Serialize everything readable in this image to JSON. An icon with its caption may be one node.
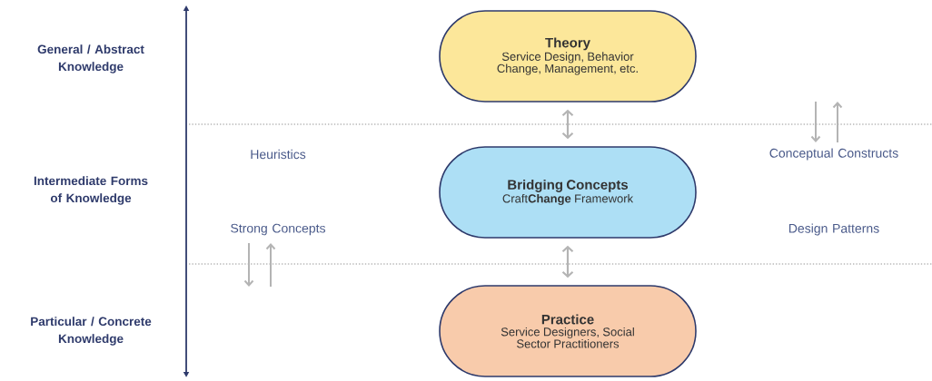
{
  "diagram": {
    "nodes": [
      {
        "text": [
          "Theory",
          "Service Design, Behavior Change, Management, etc."
        ]
      },
      {
        "text": [
          "Bridging Concepts",
          "Craft**Change** Framework"
        ]
      },
      {
        "text": [
          "Practice",
          "Service Designers, Social Sector Practitioners"
        ]
      }
    ],
    "edges": [
      {
        "from": 0,
        "to": 1,
        "arrow": "both"
      },
      {
        "from": 1,
        "to": 2,
        "arrow": "both"
      }
    ],
    "labels": [
      "General / Abstract Knowledge",
      "Intermediate Forms of Knowledge",
      "Particular / Concrete Knowledge",
      "Heuristics",
      "Strong Concepts",
      "Conceptual Constructs",
      "Design Patterns"
    ]
  }
}
